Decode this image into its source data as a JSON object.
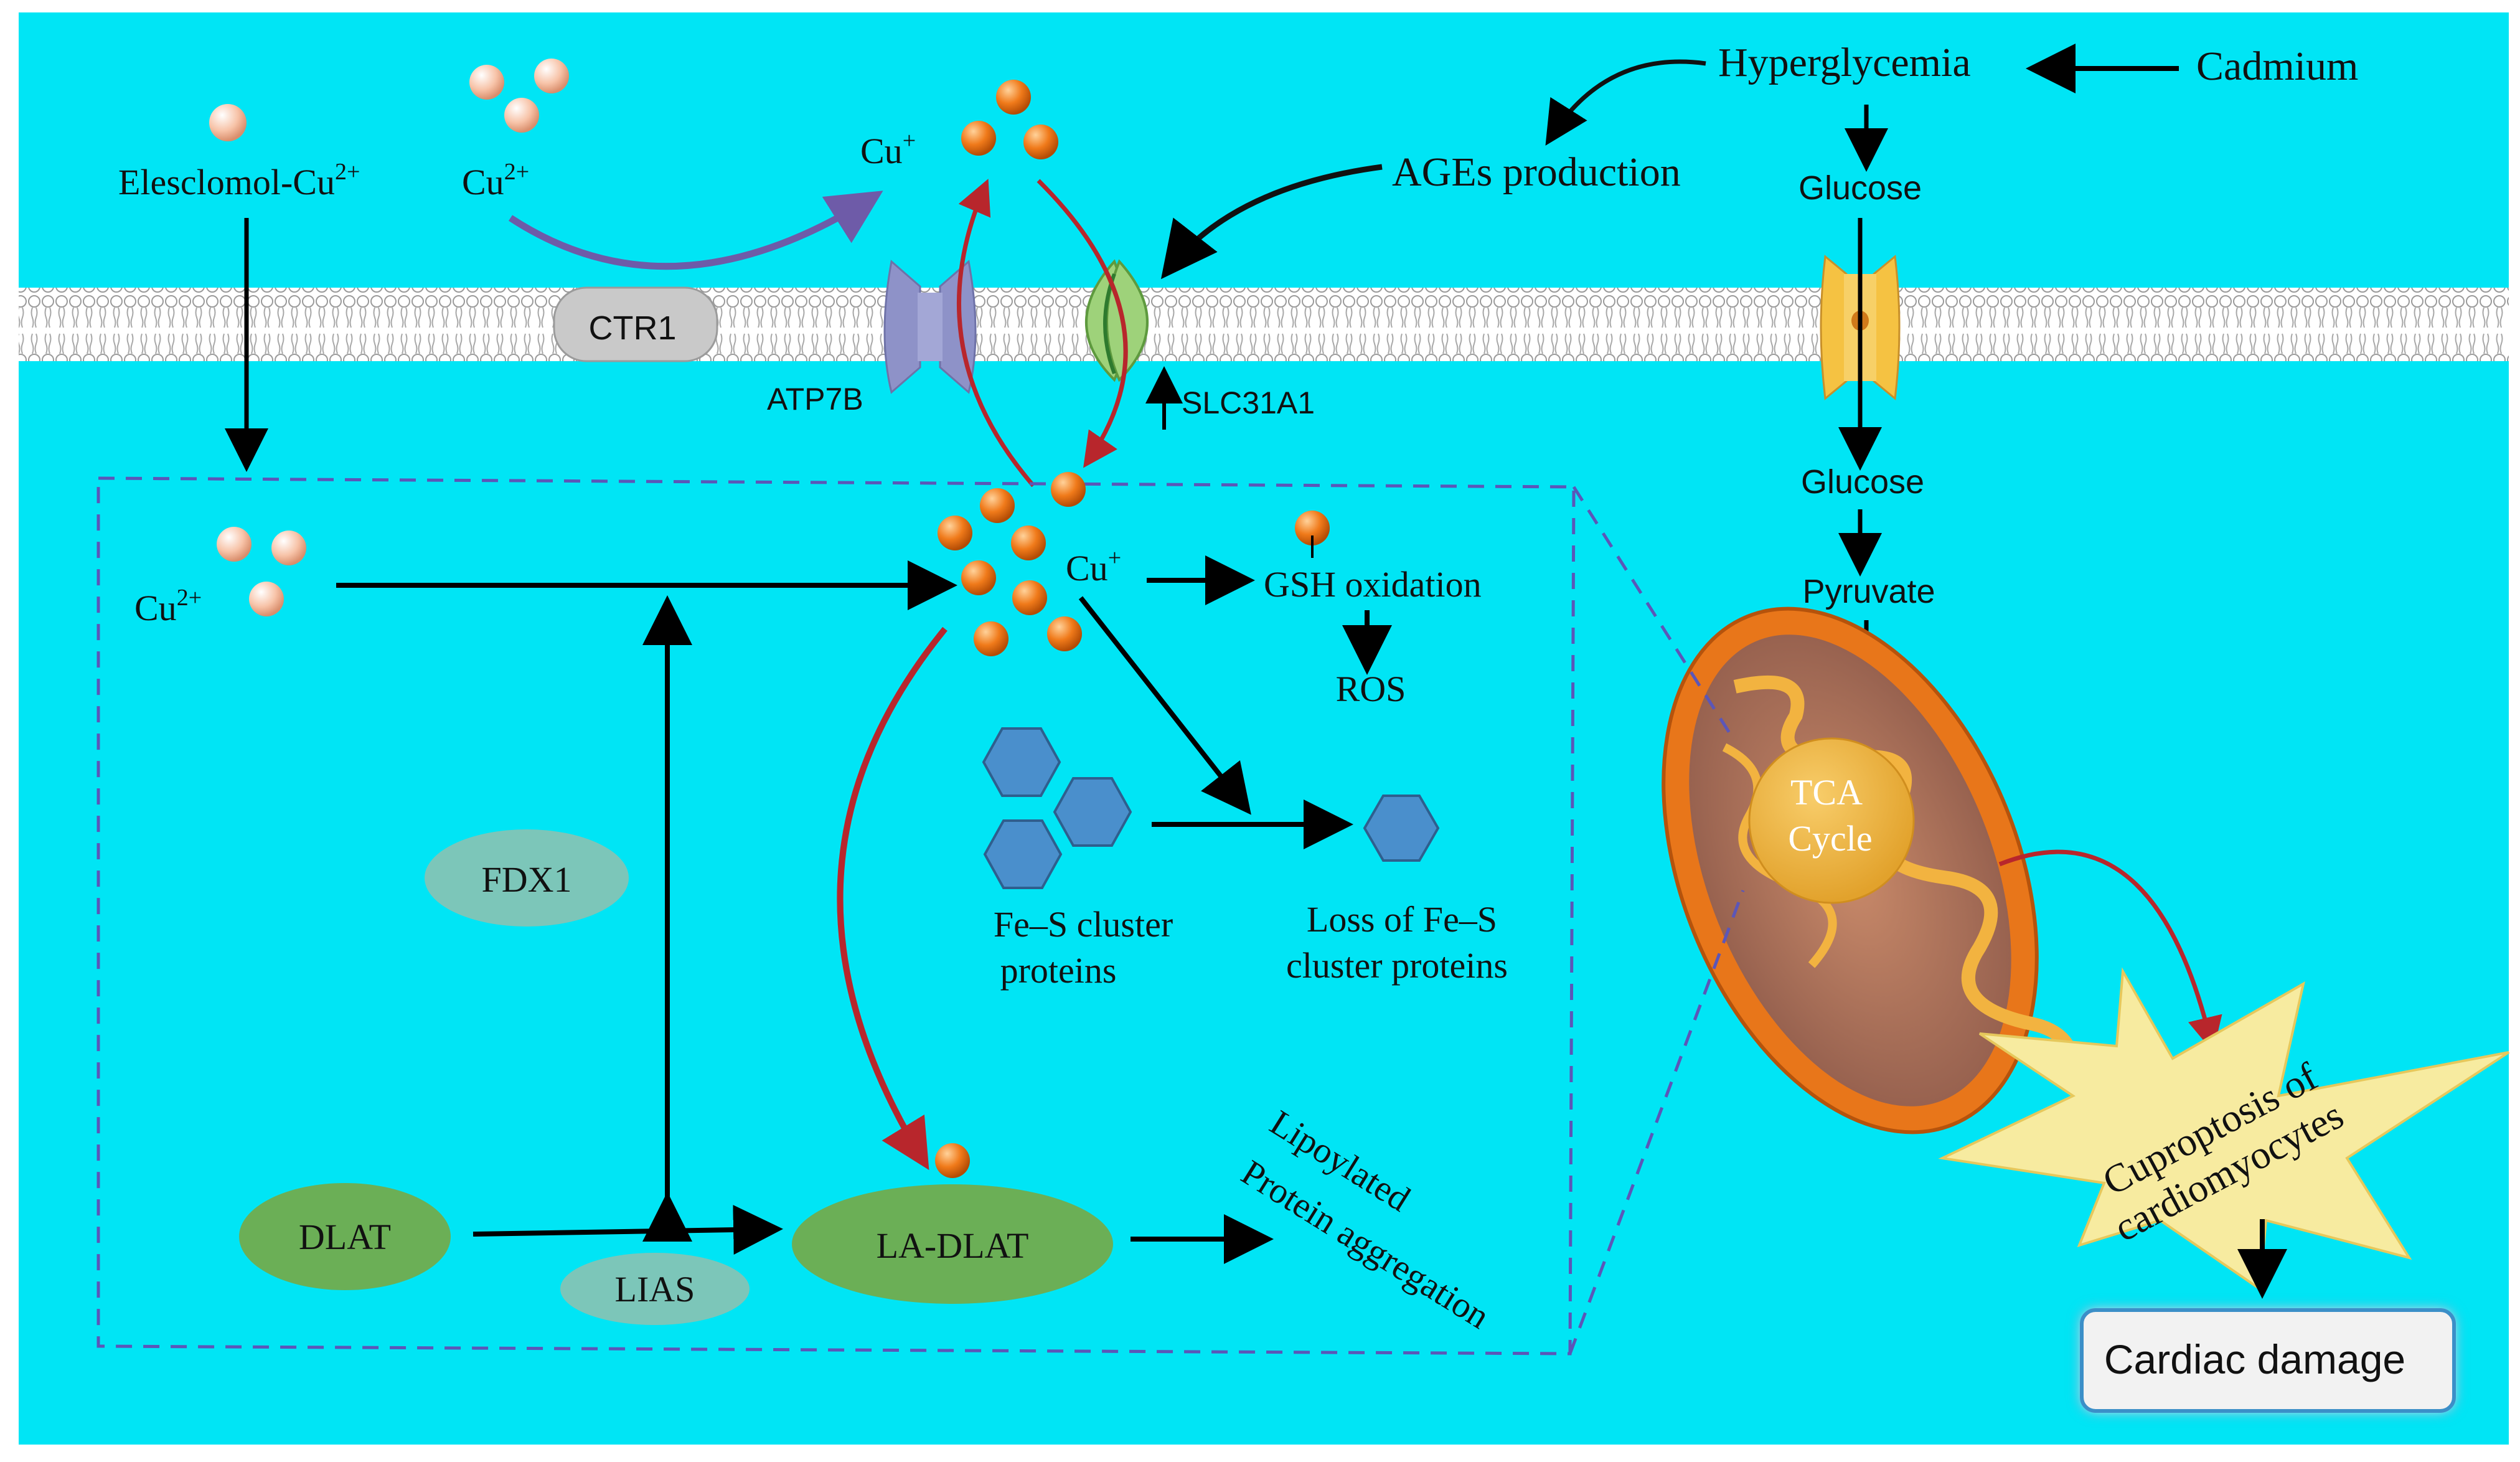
{
  "colors": {
    "background": "#00E5F5",
    "dashed_box": "#5B56B8",
    "black_arrow": "#000000",
    "red_arrow": "#B8262C",
    "blue_arrow": "#6E5BA8",
    "copper_ion": "#F07A1A",
    "cu2_ion": "#F7C3A8",
    "hexagon": "#4A8FCC",
    "green_ellipse": "#6BAF56",
    "teal_ellipse": "#7CC6B9",
    "ctr1": "#C9C9C9",
    "atp7b": "#8E92C8",
    "slc31a1": "#9ED27A",
    "glucose_channel": "#F5C242",
    "mitochondrion": "#E8761A",
    "tca": "#F2B340",
    "starburst": "#F7EBA0",
    "cardiac_box": "#F2F2F2"
  },
  "icons": {
    "membrane": "lipid-bilayer",
    "ions": "copper-ion-sphere",
    "cluster": "fe-s-hexagon",
    "organelle": "mitochondrion",
    "burst": "starburst"
  },
  "labels": {
    "elesclomol_base": "Elesclomol-Cu",
    "elesclomol_sup": "2+",
    "cu2_top_base": "Cu",
    "cu2_top_sup": "2+",
    "cu_plus_top_base": "Cu",
    "cu_plus_top_sup": "+",
    "ctr1": "CTR1",
    "atp7b": "ATP7B",
    "slc31a1": "SLC31A1",
    "hyperglycemia": "Hyperglycemia",
    "cadmium": "Cadmium",
    "ages": "AGEs production",
    "glucose_out": "Glucose",
    "glucose_in": "Glucose",
    "pyruvate": "Pyruvate",
    "tca_line1": "TCA",
    "tca_line2": "Cycle",
    "cu2_in_base": "Cu",
    "cu2_in_sup": "2+",
    "cu_plus_in_base": "Cu",
    "cu_plus_in_sup": "+",
    "gsh": "GSH oxidation",
    "ros": "ROS",
    "fes_line1": "Fe–S cluster",
    "fes_line2": "proteins",
    "loss_line1": "Loss of Fe–S",
    "loss_line2": "cluster proteins",
    "fdx1": "FDX1",
    "dlat": "DLAT",
    "lias": "LIAS",
    "la_dlat": "LA-DLAT",
    "lipo_line1": "Lipoylated",
    "lipo_line2": "Protein aggregation",
    "cupro_line1": "Cuproptosis of",
    "cupro_line2": "cardiomyocytes",
    "cardiac": "Cardiac damage"
  }
}
